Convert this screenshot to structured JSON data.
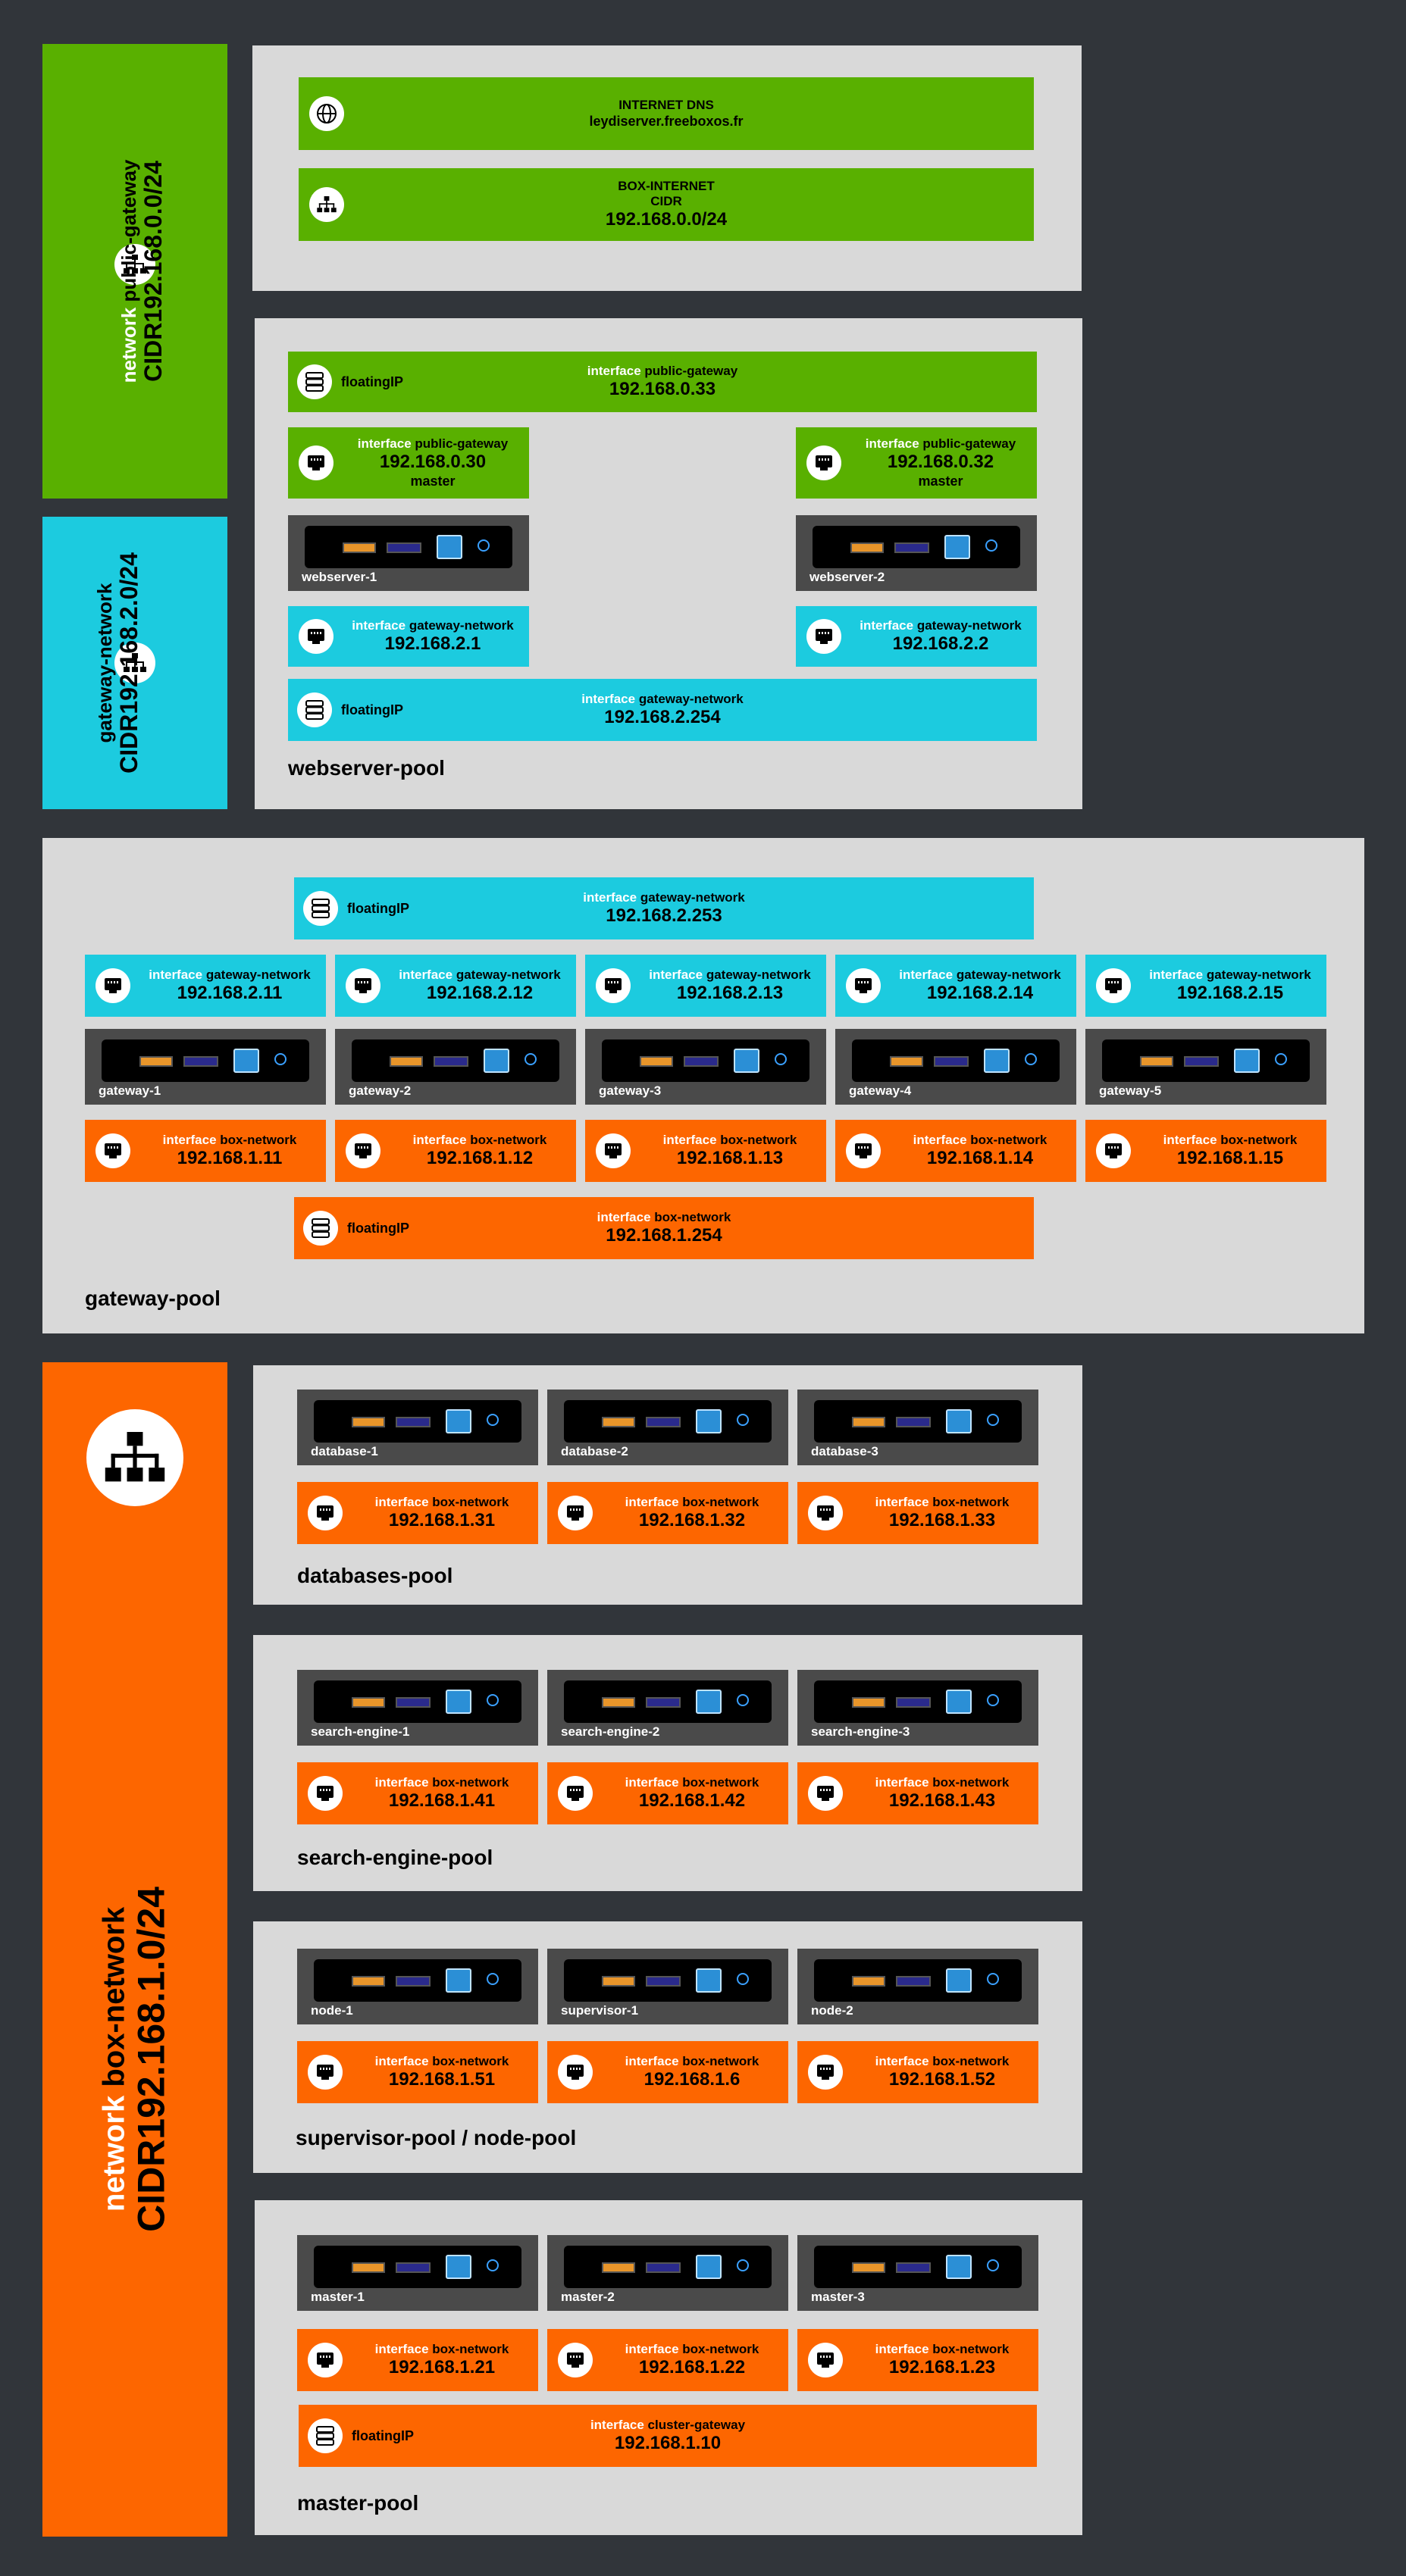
{
  "colors": {
    "background": "#31353a",
    "panel": "#d9d9d9",
    "public_network": "#59b000",
    "gateway_network": "#1ccbdf",
    "box_network": "#fd6600",
    "server": "#4a4a4a"
  },
  "networks": {
    "public": {
      "kw": "network",
      "name": "public-gateway",
      "cidr": "CIDR192.168.0.0/24",
      "icon": "network-tree-icon"
    },
    "gateway": {
      "kw": "",
      "name": "gateway-network",
      "cidr": "CIDR192.168.2.0/24",
      "icon": "network-tree-icon"
    },
    "box": {
      "kw": "network",
      "name": "box-network",
      "cidr": "CIDR192.168.1.0/24",
      "icon": "network-tree-icon"
    }
  },
  "internet": {
    "dns": {
      "title": "INTERNET DNS",
      "host": "leydiserver.freeboxos.fr",
      "icon": "globe-icon"
    },
    "box": {
      "title": "BOX-INTERNET",
      "cidr_label": "CIDR",
      "cidr": "192.168.0.0/24",
      "icon": "network-tree-icon"
    }
  },
  "labels": {
    "interface": "interface",
    "floating": "floatingIP",
    "master": "master"
  },
  "webserver": {
    "pool": "webserver-pool",
    "fip_public": {
      "net": "public-gateway",
      "ip": "192.168.0.33"
    },
    "fip_gateway": {
      "net": "gateway-network",
      "ip": "192.168.2.254"
    },
    "servers": [
      {
        "name": "webserver-1",
        "pub": {
          "net": "public-gateway",
          "ip": "192.168.0.30"
        },
        "gw": {
          "net": "gateway-network",
          "ip": "192.168.2.1"
        }
      },
      {
        "name": "webserver-2",
        "pub": {
          "net": "public-gateway",
          "ip": "192.168.0.32"
        },
        "gw": {
          "net": "gateway-network",
          "ip": "192.168.2.2"
        }
      }
    ]
  },
  "gateway": {
    "pool": "gateway-pool",
    "fip_top": {
      "net": "gateway-network",
      "ip": "192.168.2.253"
    },
    "fip_bottom": {
      "net": "box-network",
      "ip": "192.168.1.254"
    },
    "servers": [
      {
        "name": "gateway-1",
        "gw": {
          "net": "gateway-network",
          "ip": "192.168.2.11"
        },
        "box": {
          "net": "box-network",
          "ip": "192.168.1.11"
        }
      },
      {
        "name": "gateway-2",
        "gw": {
          "net": "gateway-network",
          "ip": "192.168.2.12"
        },
        "box": {
          "net": "box-network",
          "ip": "192.168.1.12"
        }
      },
      {
        "name": "gateway-3",
        "gw": {
          "net": "gateway-network",
          "ip": "192.168.2.13"
        },
        "box": {
          "net": "box-network",
          "ip": "192.168.1.13"
        }
      },
      {
        "name": "gateway-4",
        "gw": {
          "net": "gateway-network",
          "ip": "192.168.2.14"
        },
        "box": {
          "net": "box-network",
          "ip": "192.168.1.14"
        }
      },
      {
        "name": "gateway-5",
        "gw": {
          "net": "gateway-network",
          "ip": "192.168.2.15"
        },
        "box": {
          "net": "box-network",
          "ip": "192.168.1.15"
        }
      }
    ]
  },
  "databases": {
    "pool": "databases-pool",
    "servers": [
      {
        "name": "database-1",
        "box": {
          "net": "box-network",
          "ip": "192.168.1.31"
        }
      },
      {
        "name": "database-2",
        "box": {
          "net": "box-network",
          "ip": "192.168.1.32"
        }
      },
      {
        "name": "database-3",
        "box": {
          "net": "box-network",
          "ip": "192.168.1.33"
        }
      }
    ]
  },
  "search": {
    "pool": "search-engine-pool",
    "servers": [
      {
        "name": "search-engine-1",
        "box": {
          "net": "box-network",
          "ip": "192.168.1.41"
        }
      },
      {
        "name": "search-engine-2",
        "box": {
          "net": "box-network",
          "ip": "192.168.1.42"
        }
      },
      {
        "name": "search-engine-3",
        "box": {
          "net": "box-network",
          "ip": "192.168.1.43"
        }
      }
    ]
  },
  "supervisor": {
    "pool": "supervisor-pool / node-pool",
    "servers": [
      {
        "name": "node-1",
        "box": {
          "net": "box-network",
          "ip": "192.168.1.51"
        }
      },
      {
        "name": "supervisor-1",
        "box": {
          "net": "box-network",
          "ip": "192.168.1.6"
        }
      },
      {
        "name": "node-2",
        "box": {
          "net": "box-network",
          "ip": "192.168.1.52"
        }
      }
    ]
  },
  "master": {
    "pool": "master-pool",
    "fip": {
      "net": "cluster-gateway",
      "ip": "192.168.1.10"
    },
    "servers": [
      {
        "name": "master-1",
        "box": {
          "net": "box-network",
          "ip": "192.168.1.21"
        }
      },
      {
        "name": "master-2",
        "box": {
          "net": "box-network",
          "ip": "192.168.1.22"
        }
      },
      {
        "name": "master-3",
        "box": {
          "net": "box-network",
          "ip": "192.168.1.23"
        }
      }
    ]
  }
}
